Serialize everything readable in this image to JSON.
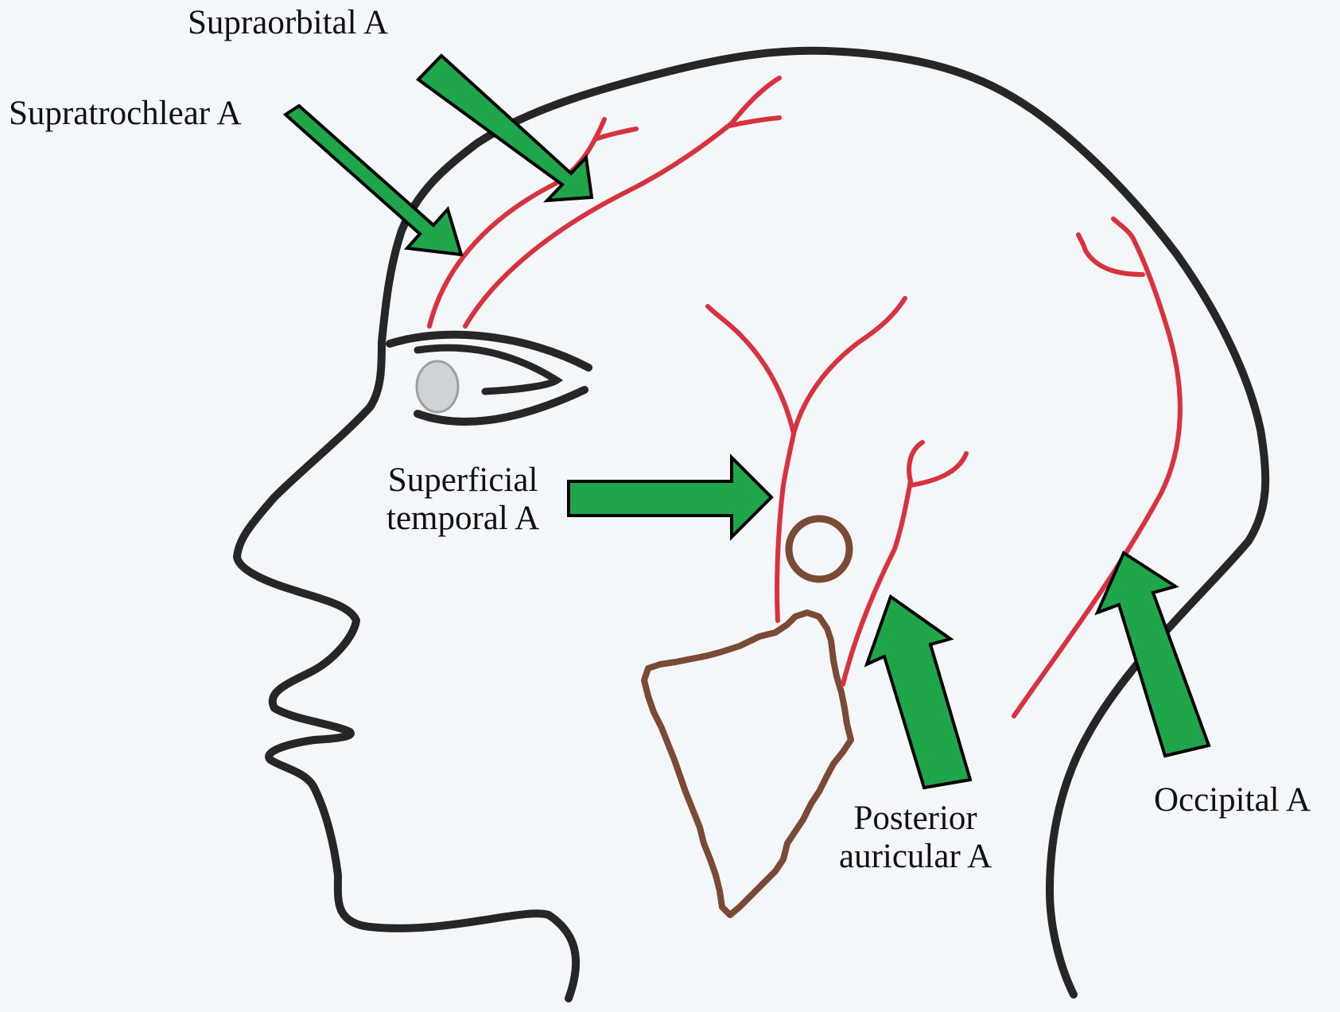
{
  "labels": {
    "supraorbital": "Supraorbital A",
    "supratrochlear": "Supratrochlear A",
    "superficial_temporal": [
      "Superficial",
      "temporal A"
    ],
    "posterior_auricular": [
      "Posterior",
      "auricular A"
    ],
    "occipital": "Occipital A"
  },
  "colors": {
    "outline": "#262626",
    "artery": "#d8323f",
    "ear": "#7a4a35",
    "arrow_fill": "#1fa54a",
    "arrow_stroke": "#000000",
    "background": "#f4f7fa"
  }
}
